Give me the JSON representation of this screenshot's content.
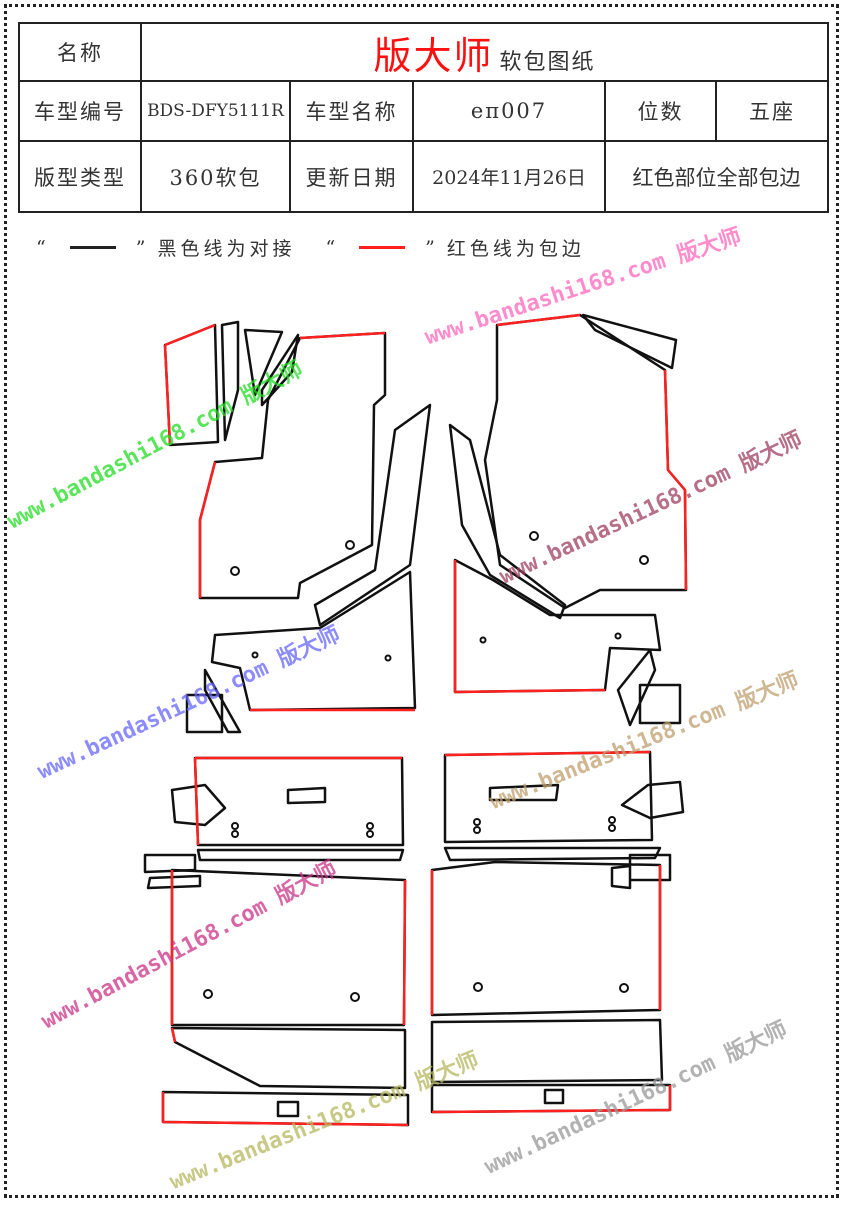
{
  "header": {
    "name_label": "名称",
    "brand": "版大师",
    "doc_title": "软包图纸",
    "model_code_label": "车型编号",
    "model_code": "BDS-DFY5111R",
    "model_name_label": "车型名称",
    "model_name": "eπ007",
    "seats_label": "位数",
    "seats": "五座",
    "pattern_type_label": "版型类型",
    "pattern_type": "360软包",
    "update_date_label": "更新日期",
    "update_date": "2024年11月26日",
    "note": "红色部位全部包边"
  },
  "legend": {
    "q_open": "“",
    "q_close": "”",
    "black_text": "黑色线为对接",
    "red_text": "红色线为包边",
    "black_color": "#222222",
    "red_color": "#ff2020"
  },
  "watermark": {
    "text": "www.bandashi168.com 版大师"
  }
}
